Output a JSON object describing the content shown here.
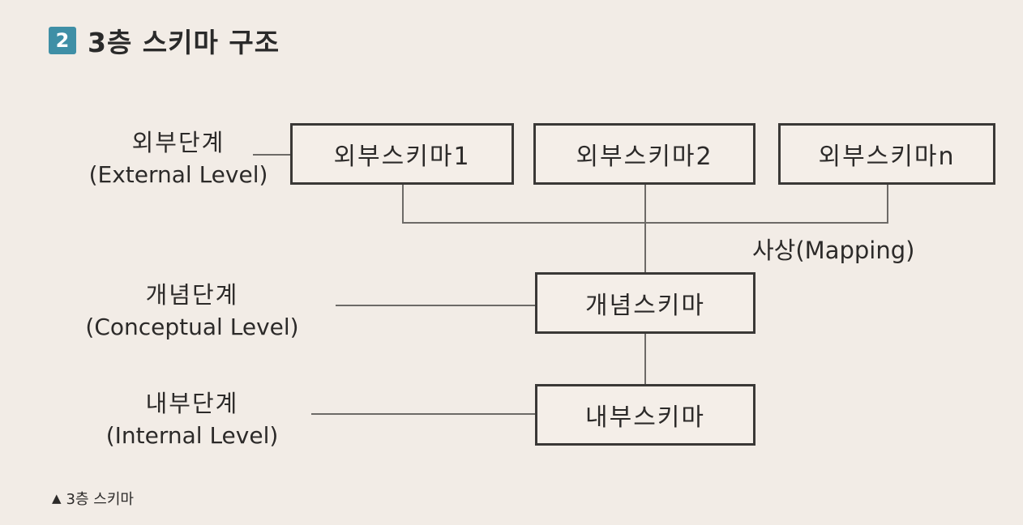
{
  "heading": {
    "number": "2",
    "title": "3층 스키마 구조"
  },
  "levels": {
    "external": {
      "ko": "외부단계",
      "en": "(External Level)"
    },
    "conceptual": {
      "ko": "개념단계",
      "en": "(Conceptual Level)"
    },
    "internal": {
      "ko": "내부단계",
      "en": "(Internal Level)"
    }
  },
  "schemas": {
    "external_1": "외부스키마1",
    "external_2": "외부스키마2",
    "external_n": "외부스키마n",
    "conceptual": "개념스키마",
    "internal": "내부스키마"
  },
  "mapping_label": "사상(Mapping)",
  "caption": {
    "marker": "▲",
    "text": "3층 스키마"
  },
  "colors": {
    "background": "#f2ece6",
    "heading_badge": "#3f8fa6",
    "box_border": "#3a3836",
    "line": "#6d6a67"
  }
}
